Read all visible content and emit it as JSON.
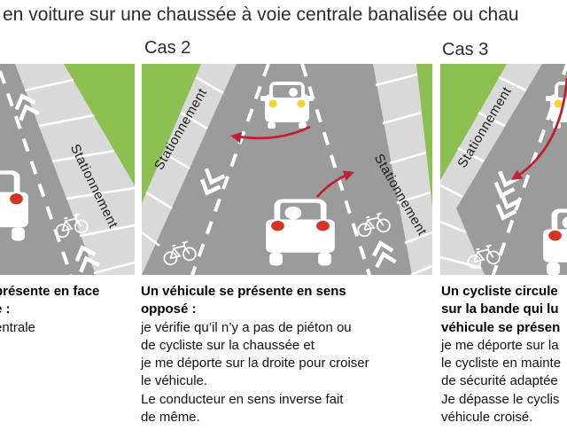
{
  "title": "en voiture sur une chaussée à voie centrale banalisée ou chau",
  "colors": {
    "green": "#8cc051",
    "road": "#9b9b9b",
    "strip": "#d9d9d9",
    "arrow_red": "#bf2032",
    "light_red": "#d63320",
    "headlight_yellow": "#f2d42a"
  },
  "panels": [
    {
      "name": "cas-1",
      "parking_label": "Stationnement",
      "text": {
        "bold": [
          "présente en face",
          "e :"
        ],
        "body": [
          "entrale"
        ]
      }
    },
    {
      "name": "cas-2",
      "label": "Cas 2",
      "parking_label": "Stationnement",
      "text": {
        "bold": [
          "Un véhicule se présente en sens",
          "opposé :"
        ],
        "body": [
          "je vérifie qu’il n’y a pas de piéton ou",
          "de cycliste sur la chaussée et",
          "je me déporte sur la droite pour croiser",
          "le véhicule.",
          "Le conducteur en sens inverse fait",
          "de même."
        ]
      }
    },
    {
      "name": "cas-3",
      "label": "Cas 3",
      "parking_label": "Stationnement",
      "text": {
        "bold": [
          "Un cycliste circule",
          "sur la bande qui lu",
          "véhicule se présen"
        ],
        "body": [
          "je me déporte sur la",
          "le cycliste en mainte",
          "de sécurité adaptée",
          "Je dépasse le cyclis",
          "véhicule croisé."
        ]
      }
    }
  ]
}
